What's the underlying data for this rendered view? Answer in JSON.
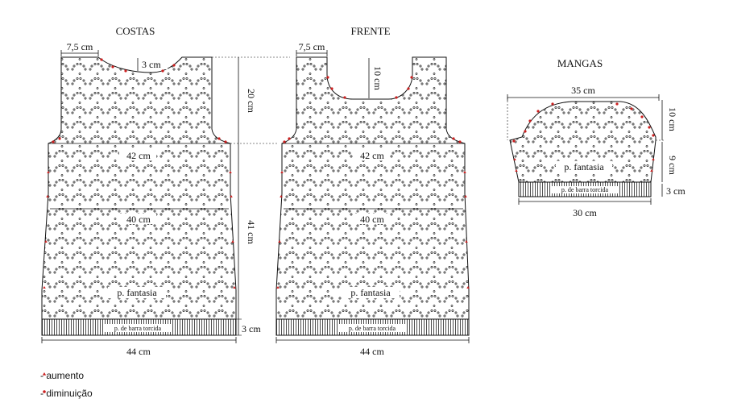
{
  "pieces": {
    "back": {
      "title": "COSTAS",
      "shoulder_width": "7,5 cm",
      "neck_depth": "3 cm",
      "armhole_height": "20 cm",
      "chest_width": "42 cm",
      "waist_width": "40 cm",
      "body_height": "41 cm",
      "stitch_label": "p. fantasia",
      "ribbing_label": "p. de barra torcida",
      "ribbing_height": "3 cm",
      "hem_width": "44 cm"
    },
    "front": {
      "title": "FRENTE",
      "shoulder_width": "7,5 cm",
      "neck_depth": "10 cm",
      "chest_width": "42 cm",
      "waist_width": "40 cm",
      "stitch_label": "p. fantasia",
      "ribbing_label": "p. de barra torcida",
      "hem_width": "44 cm"
    },
    "sleeves": {
      "title": "MANGAS",
      "top_width": "35 cm",
      "cap_height": "10 cm",
      "arm_height": "9 cm",
      "stitch_label": "p. fantasia",
      "ribbing_label": "p. de barra torcida",
      "ribbing_height": "3 cm",
      "cuff_width": "30 cm"
    }
  },
  "legend": {
    "increase": "- aumento",
    "decrease": "- diminuição"
  },
  "colors": {
    "marker": "#cc1f1f",
    "line": "#111111",
    "pattern": "#222222"
  }
}
